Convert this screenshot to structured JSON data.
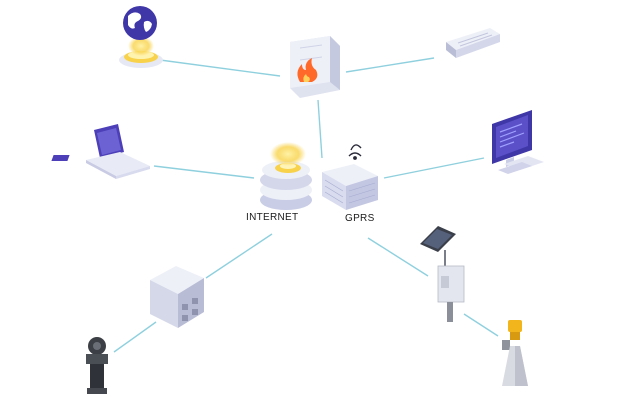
{
  "labels": {
    "internet": "INTERNET",
    "gprs": "GPRS"
  },
  "colors": {
    "link": "#8fd0de",
    "device_light": "#eef0f8",
    "device_mid": "#c9cde6",
    "device_dark": "#6e73b8",
    "accent_purple": "#4c3fb8",
    "glow_yellow": "#f8d24a",
    "flame": "#ff6a2a",
    "sensor_yellow": "#f2b51b",
    "dark_metal": "#3c3f45"
  },
  "nodes": [
    {
      "id": "globe",
      "icon": "globe-server-icon"
    },
    {
      "id": "firewall",
      "icon": "firewall-icon"
    },
    {
      "id": "switch",
      "icon": "network-switch-icon"
    },
    {
      "id": "laptop",
      "icon": "laptop-icon"
    },
    {
      "id": "internet",
      "icon": "internet-cloud-server-icon"
    },
    {
      "id": "gprs",
      "icon": "gprs-gateway-icon"
    },
    {
      "id": "monitor",
      "icon": "desktop-monitor-icon"
    },
    {
      "id": "rtu",
      "icon": "rtu-box-icon"
    },
    {
      "id": "solar",
      "icon": "solar-station-icon"
    },
    {
      "id": "flowmeter",
      "icon": "ultrasonic-flowmeter-icon"
    },
    {
      "id": "radar",
      "icon": "radar-level-sensor-icon"
    }
  ],
  "links": [
    [
      "globe",
      "firewall"
    ],
    [
      "firewall",
      "switch"
    ],
    [
      "firewall",
      "gprs"
    ],
    [
      "laptop",
      "internet"
    ],
    [
      "gprs",
      "monitor"
    ],
    [
      "internet",
      "rtu"
    ],
    [
      "rtu",
      "flowmeter"
    ],
    [
      "gprs",
      "solar"
    ],
    [
      "solar",
      "radar"
    ]
  ]
}
